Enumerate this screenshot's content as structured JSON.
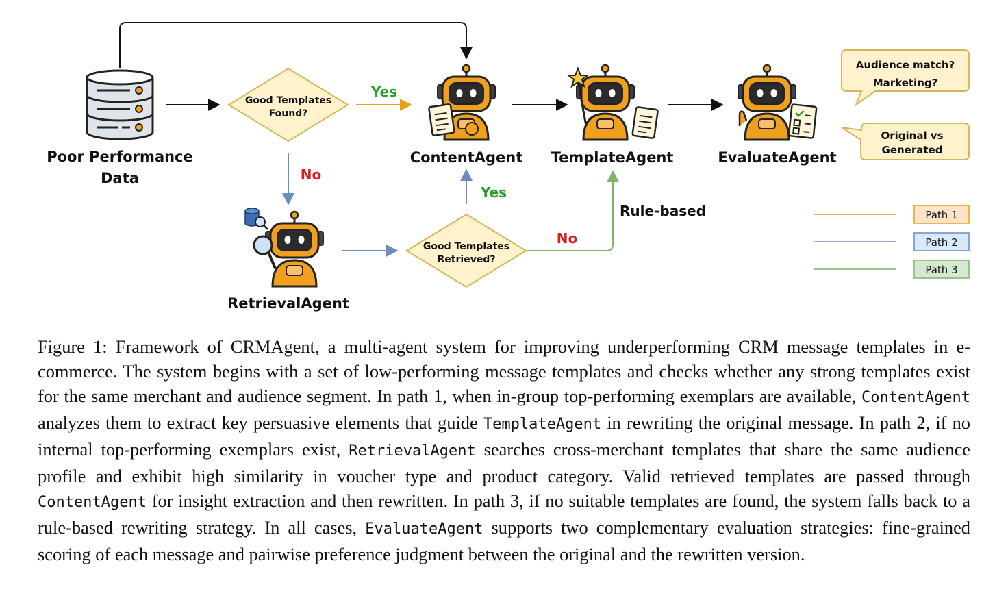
{
  "nodes": {
    "poor_data": {
      "line1": "Poor Performance",
      "line2": "Data"
    },
    "decision1": {
      "line1": "Good Templates",
      "line2": "Found?"
    },
    "decision2": {
      "line1": "Good Templates",
      "line2": "Retrieved?"
    },
    "content_agent": "ContentAgent",
    "template_agent": "TemplateAgent",
    "evaluate_agent": "EvaluateAgent",
    "retrieval_agent": "RetrievalAgent"
  },
  "edge_labels": {
    "yes1": "Yes",
    "no1": "No",
    "yes2": "Yes",
    "no2": "No",
    "rule_based": "Rule-based"
  },
  "bubbles": {
    "top": {
      "line1": "Audience match?",
      "line2": "Marketing?"
    },
    "bottom": {
      "line1": "Original vs",
      "line2": "Generated"
    }
  },
  "legend": [
    {
      "label": "Path 1",
      "color": "#e3a21a",
      "fill": "#fde3c8"
    },
    {
      "label": "Path 2",
      "color": "#6c8ebf",
      "fill": "#dae8fc"
    },
    {
      "label": "Path 3",
      "color": "#82b366",
      "fill": "#d5e8d4"
    }
  ],
  "colors": {
    "yes": "#2a9d2a",
    "no": "#d62020",
    "diamond_fill": "#fff2cc",
    "diamond_stroke": "#d6b656",
    "robot": "#f0a01e"
  },
  "caption": {
    "p1": "Figure 1: Framework of CRMAgent, a multi-agent system for improving underperforming CRM message templates in e-commerce. The system begins with a set of low-performing message templates and checks whether any strong templates exist for the same merchant and audience segment. In path 1, when in-group top-performing exemplars are available, ",
    "c1": "ContentAgent",
    "p2": " analyzes them to extract key persuasive elements that guide ",
    "c2": "TemplateAgent",
    "p3": " in rewriting the original message. In path 2, if no internal top-performing exemplars exist, ",
    "c3": "RetrievalAgent",
    "p4": " searches cross-merchant templates that share the same audience profile and exhibit high similarity in voucher type and product category. Valid retrieved templates are passed through ",
    "c4": "ContentAgent",
    "p5": " for insight extraction and then rewritten. In path 3, if no suitable templates are found, the system falls back to a rule-based rewriting strategy. In all cases, ",
    "c5": "EvaluateAgent",
    "p6": " supports two complementary evaluation strategies: fine-grained scoring of each message and pairwise preference judgment between the original and the rewritten version."
  }
}
